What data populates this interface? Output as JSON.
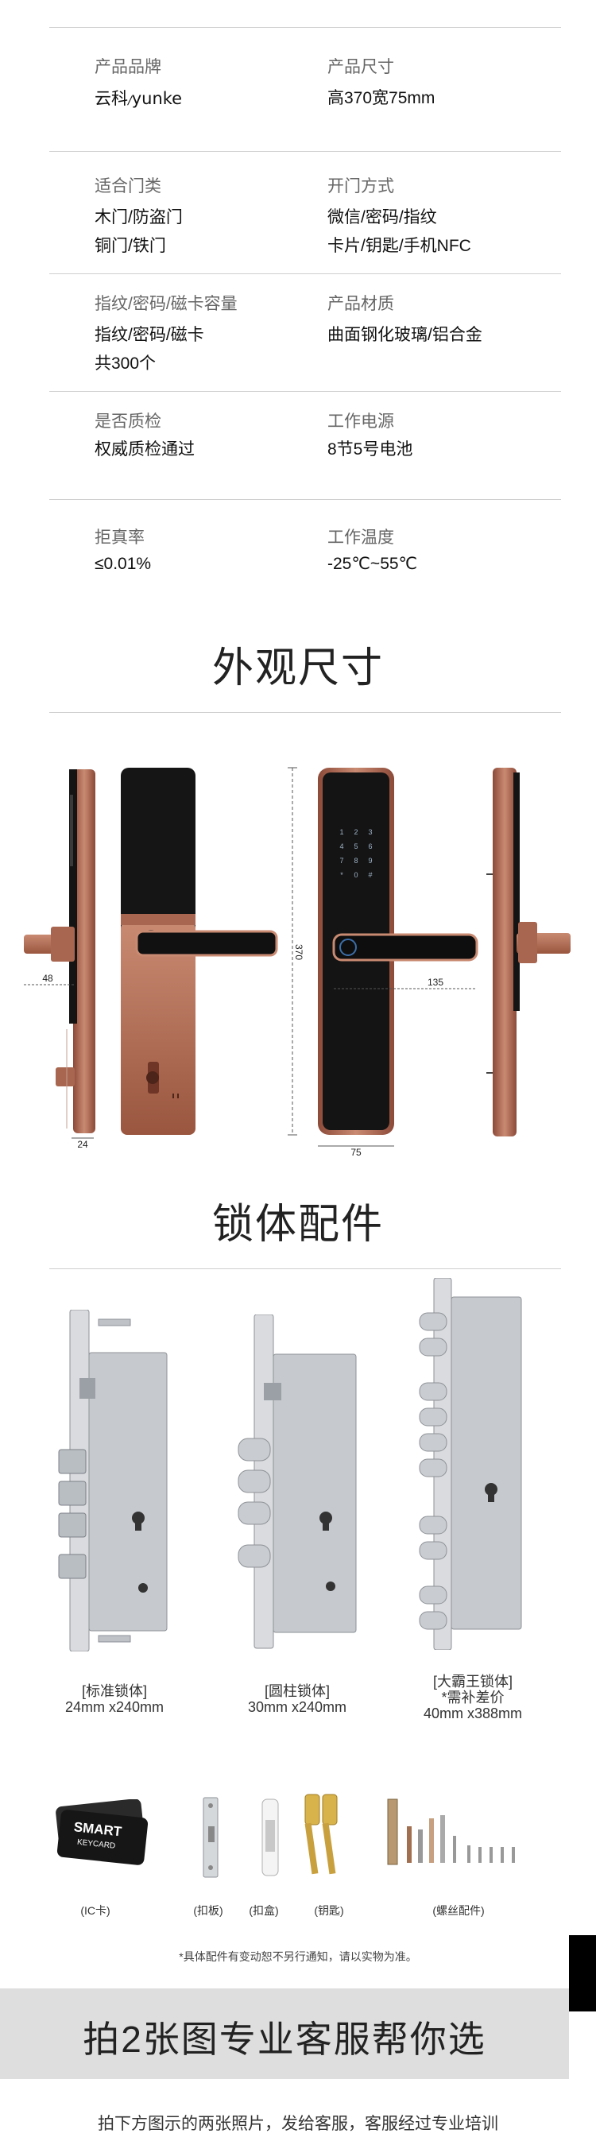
{
  "specs": [
    {
      "left_label": "产品品牌",
      "left_value": [
        "云科/yunke"
      ],
      "right_label": "产品尺寸",
      "right_value": [
        "高370宽75mm"
      ]
    },
    {
      "left_label": "适合门类",
      "left_value": [
        "木门/防盗门",
        "铜门/铁门"
      ],
      "right_label": "开门方式",
      "right_value": [
        "微信/密码/指纹",
        "卡片/钥匙/手机NFC"
      ]
    },
    {
      "left_label": "指纹/密码/磁卡容量",
      "left_value": [
        "指纹/密码/磁卡",
        "共300个"
      ],
      "right_label": "产品材质",
      "right_value": [
        "曲面钢化玻璃/铝合金"
      ]
    },
    {
      "left_label": "是否质检",
      "left_value": [
        "权威质检通过"
      ],
      "right_label": "工作电源",
      "right_value": [
        "8节5号电池"
      ]
    },
    {
      "left_label": "拒真率",
      "left_value": [
        "≤0.01%"
      ],
      "right_label": "工作温度",
      "right_value": [
        "-25℃~55℃"
      ]
    }
  ],
  "brand": {
    "cn": "云科",
    "en": "yunke"
  },
  "sections": {
    "appearance_title": "外观尺寸",
    "lockbody_title": "锁体配件"
  },
  "dimensions": {
    "handle_48": "48",
    "base_24": "24",
    "height_370": "370",
    "width_75": "75",
    "handle_135": "135"
  },
  "keypad": [
    "1",
    "2",
    "3",
    "4",
    "5",
    "6",
    "7",
    "8",
    "9",
    "*",
    "0",
    "#"
  ],
  "lockbodies": [
    {
      "line1": "[标准锁体]",
      "line2": "",
      "line3": "24mm x240mm"
    },
    {
      "line1": "[圆柱锁体]",
      "line2": "",
      "line3": "30mm x240mm"
    },
    {
      "line1": "[大霸王锁体]",
      "line2": "*需补差价",
      "line3": "40mm x388mm"
    }
  ],
  "card": {
    "line1": "SMART",
    "line2": "KEYCARD"
  },
  "accessories": [
    "(IC卡)",
    "(扣板)",
    "(扣盒)",
    "(钥匙)",
    "(螺丝配件)"
  ],
  "note": "*具体配件有变动恕不另行通知，请以实物为准。",
  "banner": "拍2张图专业客服帮你选",
  "footer": "拍下方图示的两张照片，发给客服，客服经过专业培训",
  "colors": {
    "rose_gold": "#b86f57",
    "steel": "#c8cbcf",
    "banner_bg": "#dedede"
  }
}
